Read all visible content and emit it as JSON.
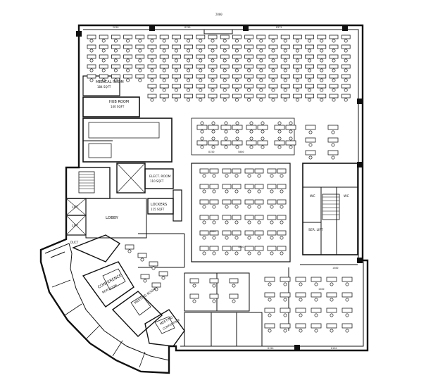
{
  "labels": {
    "main": [
      {
        "text": "MEDICAL ROOM",
        "sub": "184 SQFT"
      },
      {
        "text": "HUB ROOM",
        "sub": "140 SQFT"
      },
      {
        "text": "ELECT. ROOM",
        "sub": "110 SQFT"
      },
      {
        "text": "LOCKERS",
        "sub": "115 SQFT"
      },
      {
        "text": "LIFT"
      },
      {
        "text": "LIFT"
      },
      {
        "text": "LOBBY"
      },
      {
        "text": "CONFERENCE",
        "sub": "NEW ROOM"
      },
      {
        "text": "MEETING ROOM"
      },
      {
        "text": "MEETING",
        "sub": "CONFERENCE"
      },
      {
        "text": "SER. LIFT"
      },
      {
        "text": "WC"
      },
      {
        "text": "WC"
      },
      {
        "text": "DUCT"
      }
    ],
    "dims": [
      "2800",
      "2010",
      "8150",
      "8375",
      "8150",
      "5000",
      "4800",
      "4800",
      "8150",
      "8150",
      "1500",
      "1500"
    ]
  },
  "colors": {
    "line": "#111111",
    "background": "#ffffff",
    "accent_cross": "#222222"
  },
  "icons": {
    "desk": "rect-shape",
    "chair": "circle-shape",
    "stair": "parallel-lines"
  }
}
